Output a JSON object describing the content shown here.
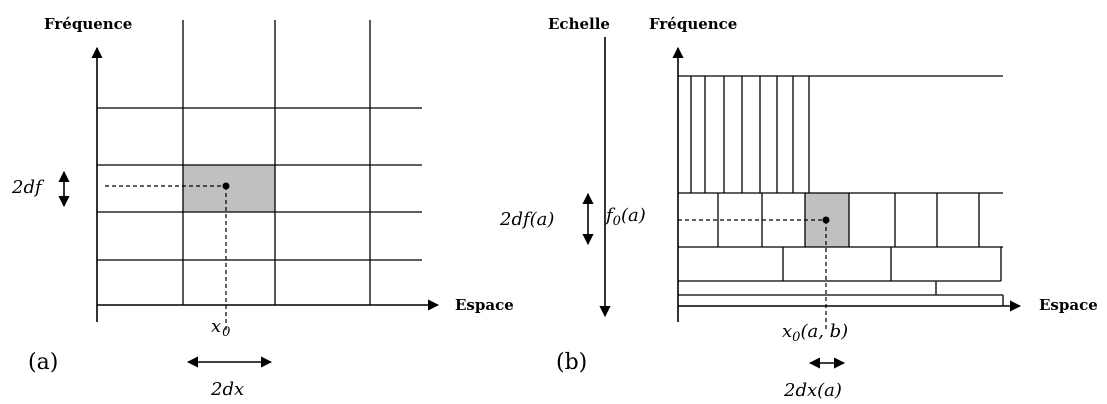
{
  "panel_a": {
    "caption": "(a)",
    "y_axis_label": "Fréquence",
    "x_axis_label": "Espace",
    "point_x_label": "x",
    "point_x_sub": "0",
    "width_label": "2dx",
    "height_label": "2df"
  },
  "panel_b": {
    "caption": "(b)",
    "scale_label": "Echelle",
    "y_axis_label": "Fréquence",
    "x_axis_label": "Espace",
    "freq_label": "f",
    "freq_sub": "0",
    "freq_arg": "(a)",
    "point_x_label": "x",
    "point_x_sub": "0",
    "point_x_arg": "(a, b)",
    "width_label": "2dx(a)",
    "height_label": "2df(a)"
  },
  "colors": {
    "highlight": "#c0c0c0",
    "ink": "#000000"
  }
}
